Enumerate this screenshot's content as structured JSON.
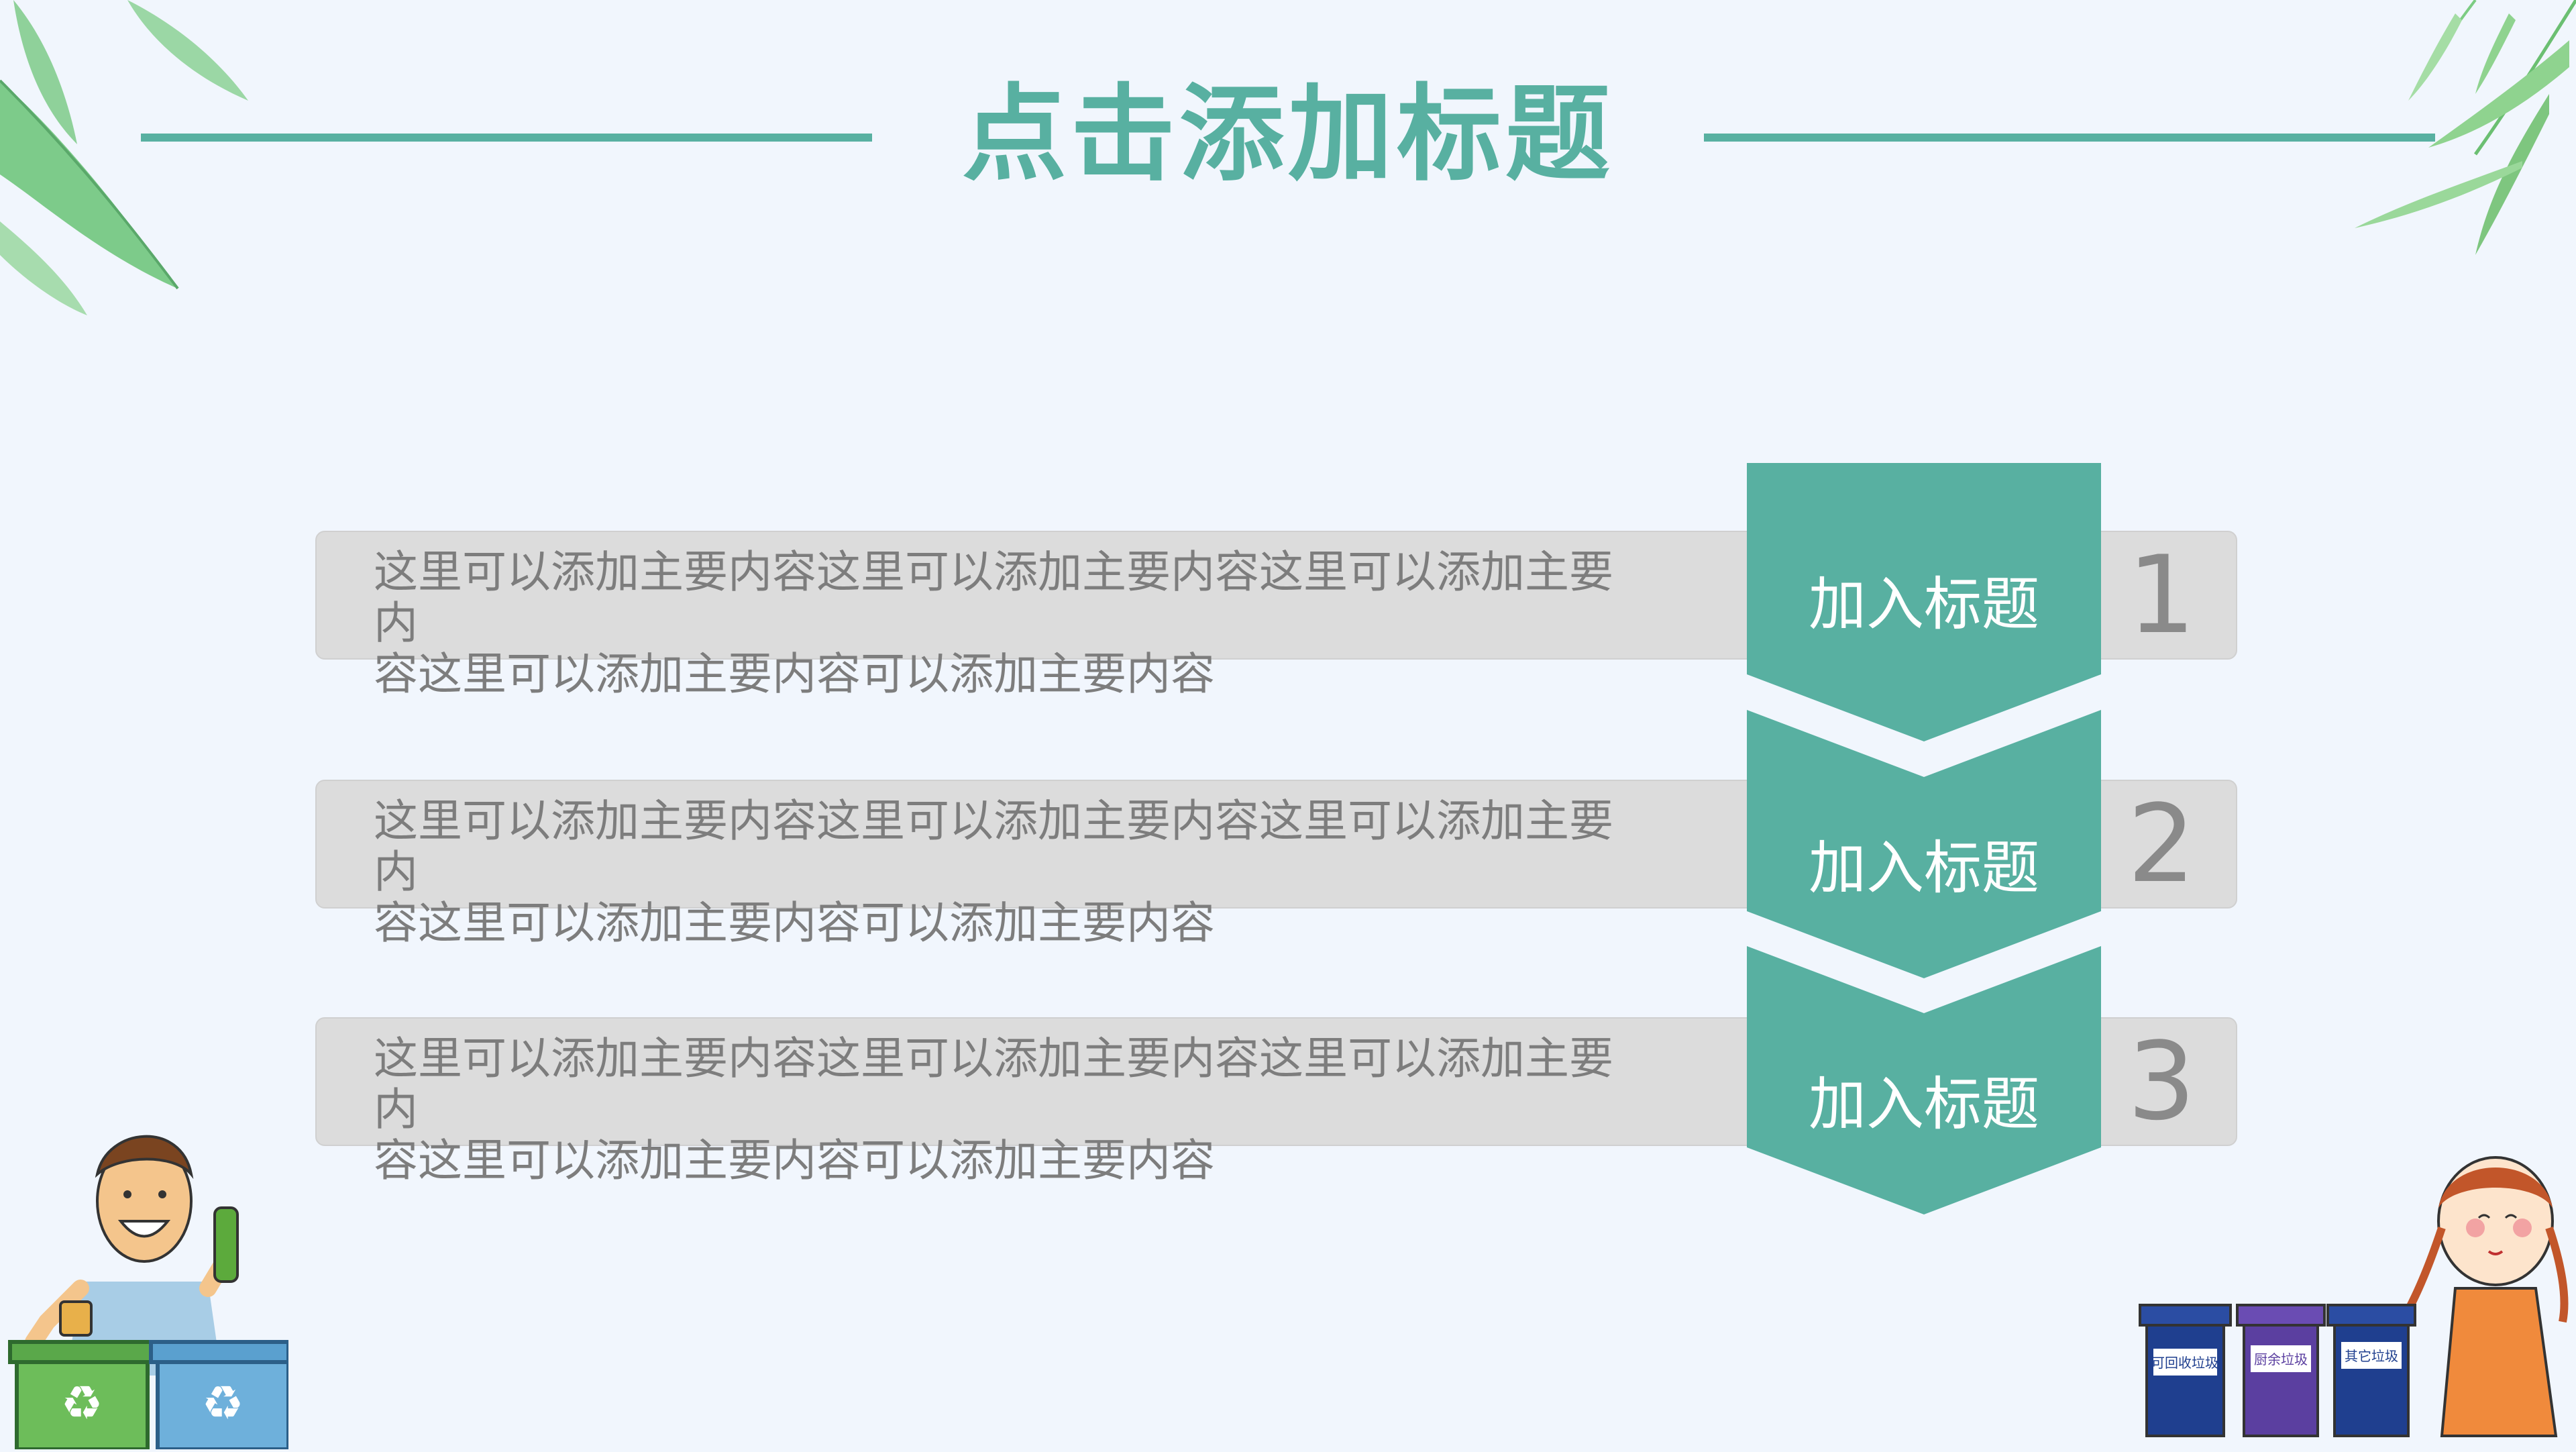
{
  "slide": {
    "title": "点击添加标题",
    "accent_color": "#58b0a1",
    "bar_color": "#dcdcdc"
  },
  "rows": [
    {
      "text_line1": "这里可以添加主要内容这里可以添加主要内容这里可以添加主要内",
      "text_line2": "容这里可以添加主要内容可以添加主要内容",
      "label": "加入标题",
      "number": "1"
    },
    {
      "text_line1": "这里可以添加主要内容这里可以添加主要内容这里可以添加主要内",
      "text_line2": "容这里可以添加主要内容可以添加主要内容",
      "label": "加入标题",
      "number": "2"
    },
    {
      "text_line1": "这里可以添加主要内容这里可以添加主要内容这里可以添加主要内",
      "text_line2": "容这里可以添加主要内容可以添加主要内容",
      "label": "加入标题",
      "number": "3"
    }
  ],
  "decorations": {
    "bins_right": [
      "可回收垃圾",
      "厨余垃圾",
      "其它垃圾"
    ]
  }
}
